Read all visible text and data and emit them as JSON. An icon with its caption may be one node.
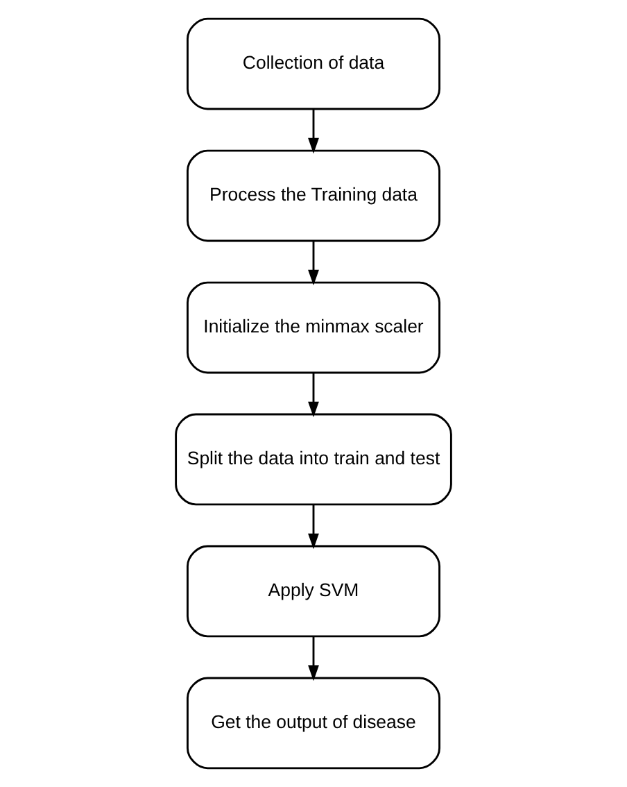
{
  "diagram": {
    "nodes": [
      {
        "text": [
          "Collection of data"
        ]
      },
      {
        "text": [
          "Process the Training data"
        ]
      },
      {
        "text": [
          "Initialize the minmax scaler"
        ]
      },
      {
        "text": [
          "Split the data into train and test"
        ]
      },
      {
        "text": [
          "Apply SVM"
        ]
      },
      {
        "text": [
          "Get the output of disease"
        ]
      }
    ],
    "edges": [
      {
        "from": 0,
        "to": 1,
        "arrow": "to"
      },
      {
        "from": 1,
        "to": 2,
        "arrow": "to"
      },
      {
        "from": 2,
        "to": 3,
        "arrow": "to"
      },
      {
        "from": 3,
        "to": 4,
        "arrow": "to"
      },
      {
        "from": 4,
        "to": 5,
        "arrow": "to"
      }
    ]
  }
}
